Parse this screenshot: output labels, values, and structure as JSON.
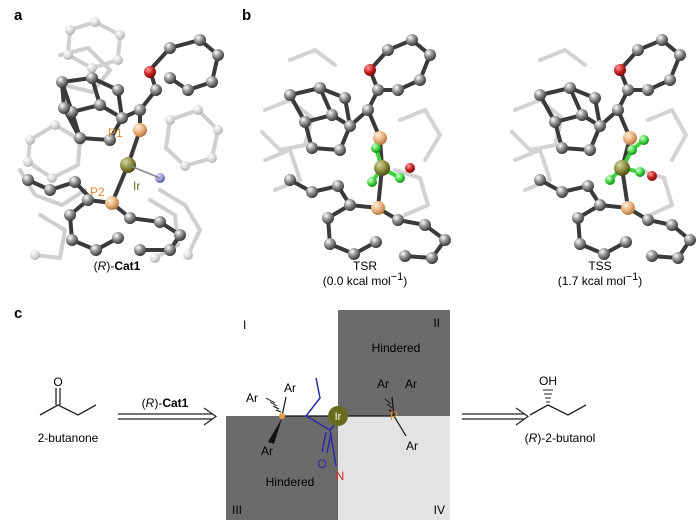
{
  "panels": {
    "a": "a",
    "b": "b",
    "c": "c"
  },
  "panel_a": {
    "labels": {
      "p1": "P1",
      "ir": "Ir",
      "p2": "P2"
    },
    "caption": {
      "pre": "(",
      "r": "R",
      "post": ")-",
      "name": "Cat1"
    }
  },
  "panel_b": {
    "tsr": {
      "name": "TSR",
      "energy_pre": "(0.0 kcal mol",
      "sup": "−1",
      "close": ")"
    },
    "tss": {
      "name": "TSS",
      "energy_pre": "(1.7 kcal mol",
      "sup": "−1",
      "close": ")"
    }
  },
  "scheme": {
    "reactant": {
      "o_label": "O",
      "name": "2-butanone"
    },
    "reagent": {
      "pre": "(",
      "r": "R",
      "post": ")-",
      "name": "Cat1"
    },
    "product": {
      "oh_label": "OH",
      "pre": "(",
      "r": "R",
      "post": ")-2-butanol"
    },
    "quadrant_labels": {
      "i": "I",
      "ii": "II",
      "iii": "III",
      "iv": "IV"
    },
    "hindered_top": "Hindered",
    "hindered_bottom": "Hindered",
    "atoms": {
      "ir": "Ir",
      "p": "P",
      "o": "O",
      "n": "N"
    },
    "ar": {
      "a1": "Ar",
      "a2": "Ar",
      "a3": "Ar",
      "a4": "Ar",
      "a5": "Ar",
      "a6": "Ar"
    }
  },
  "colors": {
    "quad_dark": "#6b6b6b",
    "quad_light": "#e3e3e3",
    "phosphorus": "#e89a4a",
    "iridium": "#6b6b1e",
    "substrate_blue": "#2a2aa8",
    "nitrogen_red": "#d42a2a",
    "hydride_green": "#3fd23f",
    "oxygen_red": "#b22222"
  }
}
